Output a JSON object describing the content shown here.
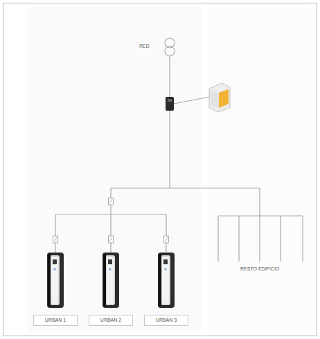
{
  "diagram": {
    "nodes": [
      {
        "text": [
          "URBAN 1"
        ]
      },
      {
        "text": [
          "URBAN 2"
        ]
      },
      {
        "text": [
          "URBAN 3"
        ]
      }
    ],
    "labels": [
      "RED",
      "RESTO EDIFICIO"
    ]
  }
}
